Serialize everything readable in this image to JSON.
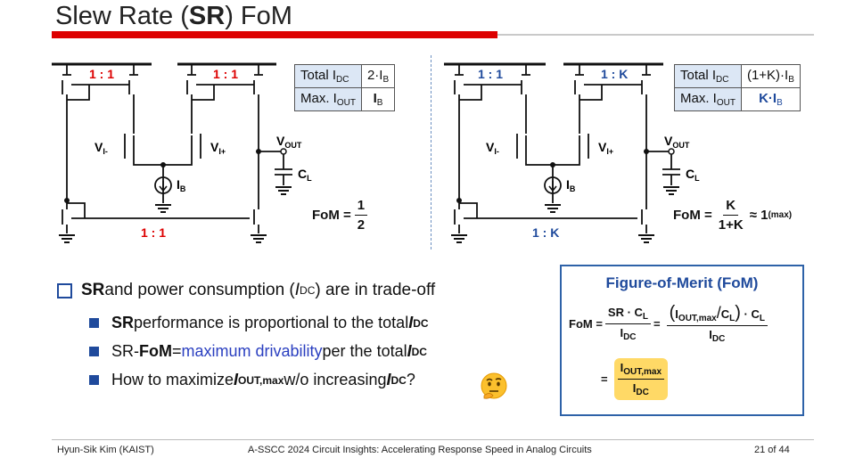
{
  "slide": {
    "title_pre": "Slew Rate (",
    "title_bold": "SR",
    "title_post": ") FoM"
  },
  "left_circuit": {
    "ratio_top_left": "1 : 1",
    "ratio_top_right": "1 : 1",
    "ratio_bottom": "1   :   1",
    "label_vin_minus": "V",
    "label_vin_minus_sub": "I-",
    "label_vin_plus": "V",
    "label_vin_plus_sub": "I+",
    "label_ib": "I",
    "label_ib_sub": "B",
    "label_vout": "V",
    "label_vout_sub": "OUT",
    "label_cl": "C",
    "label_cl_sub": "L",
    "table": {
      "r1_label": "Total I",
      "r1_label_sub": "DC",
      "r1_value": "2·I",
      "r1_value_sub": "B",
      "r2_label": "Max. I",
      "r2_label_sub": "OUT",
      "r2_value": "I",
      "r2_value_sub": "B"
    },
    "fom_label": "FoM =",
    "fom_num": "1",
    "fom_den": "2"
  },
  "right_circuit": {
    "ratio_top_left": "1 : 1",
    "ratio_top_right": "1 : K",
    "ratio_bottom": "1   :   K",
    "label_vin_minus": "V",
    "label_vin_minus_sub": "I-",
    "label_vin_plus": "V",
    "label_vin_plus_sub": "I+",
    "label_ib": "I",
    "label_ib_sub": "B",
    "label_vout": "V",
    "label_vout_sub": "OUT",
    "label_cl": "C",
    "label_cl_sub": "L",
    "table": {
      "r1_label": "Total I",
      "r1_label_sub": "DC",
      "r1_value": "(1+K)·I",
      "r1_value_sub": "B",
      "r2_label": "Max. I",
      "r2_label_sub": "OUT",
      "r2_value": "K·I",
      "r2_value_sub": "B"
    },
    "fom_label": "FoM =",
    "fom_num": "K",
    "fom_den": "1+K",
    "fom_approx": "≈ 1",
    "fom_approx_sub": "(max)"
  },
  "bullets": {
    "main_b": "SR",
    "main_rest": " and power consumption (",
    "main_i": "I",
    "main_i_sub": "DC",
    "main_end": ") are in trade-off",
    "s1_b": "SR",
    "s1_rest": " performance is proportional to the total ",
    "s1_i": "I",
    "s1_i_sub": "DC",
    "s2_pre": "SR-",
    "s2_b": "FoM",
    "s2_mid": " = ",
    "s2_blue": "maximum drivability",
    "s2_rest": " per the total ",
    "s2_i": "I",
    "s2_i_sub": "DC",
    "s3_pre": "How to maximize ",
    "s3_i": "I",
    "s3_i_sub": "OUT,max",
    "s3_mid": " w/o increasing ",
    "s3_i2": "I",
    "s3_i2_sub": "DC",
    "s3_end": "?"
  },
  "fom_box": {
    "title": "Figure-of-Merit (FoM)",
    "eq_label": "FoM =",
    "f1_num": "SR · C",
    "f1_num_sub": "L",
    "f1_den": "I",
    "f1_den_sub": "DC",
    "f2_num_a": "I",
    "f2_num_a_sub": "OUT,max",
    "f2_num_b": "C",
    "f2_num_b_sub": "L",
    "f2_num_c": "· C",
    "f2_num_c_sub": "L",
    "f2_den": "I",
    "f2_den_sub": "DC",
    "f3_num": "I",
    "f3_num_sub": "OUT,max",
    "f3_den": "I",
    "f3_den_sub": "DC",
    "highlight_color": "#ffd966"
  },
  "footer": {
    "author": "Hyun-Sik Kim (KAIST)",
    "event": "A-SSCC 2024 Circuit Insights: Accelerating Response Speed in Analog Circuits",
    "page": "21 of 44"
  },
  "colors": {
    "accent_red": "#dd0000",
    "accent_blue": "#1f4a9c",
    "table_header": "#dce7f5"
  },
  "icons": {
    "thinking": "thinking-face-emoji"
  }
}
